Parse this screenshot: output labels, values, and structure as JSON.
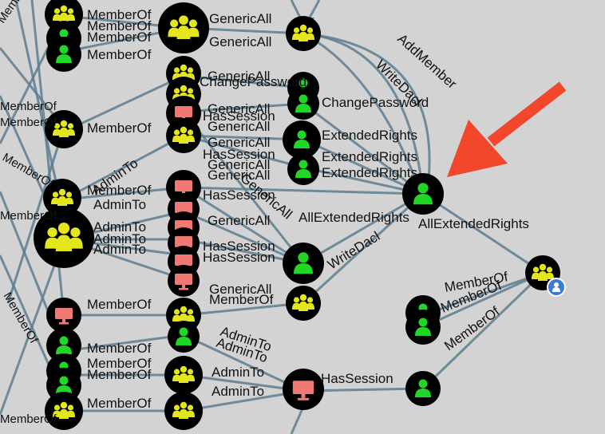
{
  "labels": {
    "memberof": "MemberOf",
    "genericall": "GenericAll",
    "changepassword": "ChangePassword",
    "hassession": "HasSession",
    "extendedrights": "ExtendedRights",
    "adminto": "AdminTo",
    "allextendedrights": "AllExtendedRights",
    "writedacl": "WriteDacl",
    "addmember": "AddMember"
  },
  "target_node_label": "AllExtendedRights",
  "colors": {
    "background": "#d3d3d3",
    "edge": "#5c7d8f",
    "group": "#e3e61c",
    "user": "#22d627",
    "computer": "#f07a73",
    "arrow": "#f2472a",
    "badge": "#3a7bd5"
  }
}
